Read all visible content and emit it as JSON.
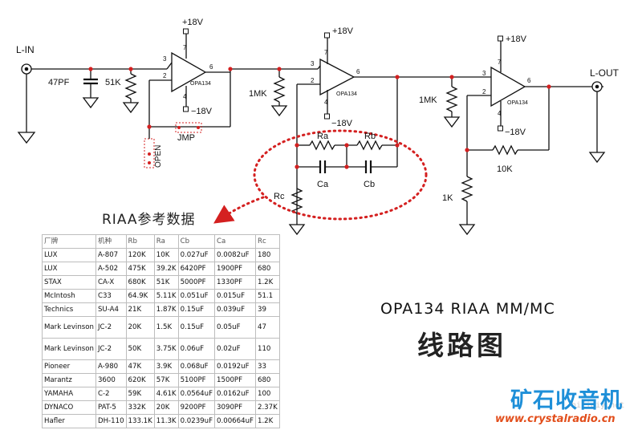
{
  "schematic": {
    "input_label": "L-IN",
    "output_label": "L-OUT",
    "supply_pos": "+18V",
    "supply_neg": "−18V",
    "opamp_name": "OPA134",
    "pin_in_pos": "3",
    "pin_in_neg": "2",
    "pin_out": "6",
    "pin_vpos": "7",
    "pin_vneg": "4",
    "c_in": "47PF",
    "r_in": "51K",
    "jumper": "JMP",
    "open": "OPEN",
    "r_1mk_a": "1MK",
    "r_1mk_b": "1MK",
    "ra": "Ra",
    "rb": "Rb",
    "ca": "Ca",
    "cb": "Cb",
    "rc": "Rc",
    "r_10k": "10K",
    "r_1k": "1K"
  },
  "riaa_title": "RIAA参考数据",
  "table": {
    "headers": [
      "厂牌",
      "机种",
      "Rb",
      "Ra",
      "Cb",
      "Ca",
      "Rc"
    ],
    "rows": [
      [
        "LUX",
        "A-807",
        "120K",
        "10K",
        "0.027uF",
        "0.0082uF",
        "180"
      ],
      [
        "LUX",
        "A-502",
        "475K",
        "39.2K",
        "6420PF",
        "1900PF",
        "680"
      ],
      [
        "STAX",
        "CA-X",
        "680K",
        "51K",
        "5000PF",
        "1330PF",
        "1.2K"
      ],
      [
        "McIntosh",
        "C33",
        "64.9K",
        "5.11K",
        "0.051uF",
        "0.015uF",
        "51.1"
      ],
      [
        "Technics",
        "SU-A4",
        "21K",
        "1.87K",
        "0.15uF",
        "0.039uF",
        "39"
      ],
      [
        "Mark Levinson",
        "JC-2",
        "20K",
        "1.5K",
        "0.15uF",
        "0.05uF",
        "47"
      ],
      [
        "Mark Levinson",
        "JC-2",
        "50K",
        "3.75K",
        "0.06uF",
        "0.02uF",
        "110"
      ],
      [
        "Pioneer",
        "A-980",
        "47K",
        "3.9K",
        "0.068uF",
        "0.0192uF",
        "33"
      ],
      [
        "Marantz",
        "3600",
        "620K",
        "57K",
        "5100PF",
        "1500PF",
        "680"
      ],
      [
        "YAMAHA",
        "C-2",
        "59K",
        "4.61K",
        "0.0564uF",
        "0.0162uF",
        "100"
      ],
      [
        "DYNACO",
        "PAT-5",
        "332K",
        "20K",
        "9200PF",
        "3090PF",
        "2.37K"
      ],
      [
        "Hafler",
        "DH-110",
        "133.1K",
        "11.3K",
        "0.0239uF",
        "0.00664uF",
        "1.2K"
      ]
    ]
  },
  "title_line1": "OPA134 RIAA MM/MC",
  "title_line2": "线路图",
  "brand": "矿石收音机",
  "url": "www.crystalradio.cn",
  "watermark": "hifidiy.net",
  "colors": {
    "wire": "#111111",
    "node": "#d42020",
    "dotted": "#d42020",
    "brand": "#1e8fd8",
    "url": "#e24e1b"
  }
}
